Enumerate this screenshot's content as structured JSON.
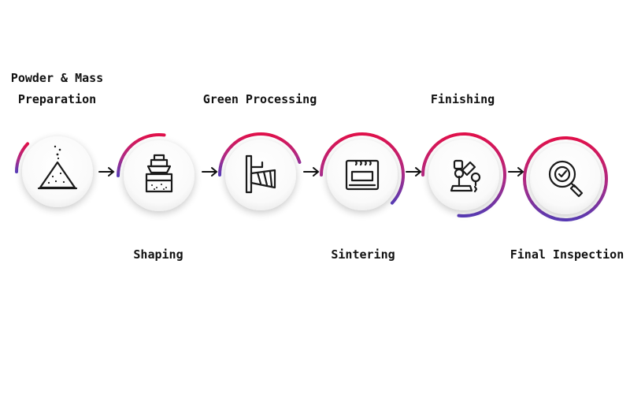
{
  "steps": [
    {
      "label": "Powder & Mass Preparation",
      "icon": "powder-pile-icon",
      "progress": 0.12
    },
    {
      "label": "Shaping",
      "icon": "press-machine-icon",
      "progress": 0.27
    },
    {
      "label": "Green Processing",
      "icon": "drill-tool-icon",
      "progress": 0.45
    },
    {
      "label": "Sintering",
      "icon": "furnace-oven-icon",
      "progress": 0.62
    },
    {
      "label": "Finishing",
      "icon": "polishing-machine-icon",
      "progress": 0.77
    },
    {
      "label": "Final Inspection",
      "icon": "magnifier-check-icon",
      "progress": 1.0
    }
  ],
  "colors": {
    "arc_start": "#e0104a",
    "arc_end": "#6a3cb0",
    "icon_stroke": "#1a1a1a",
    "arrow": "#111111",
    "text": "#111111"
  }
}
